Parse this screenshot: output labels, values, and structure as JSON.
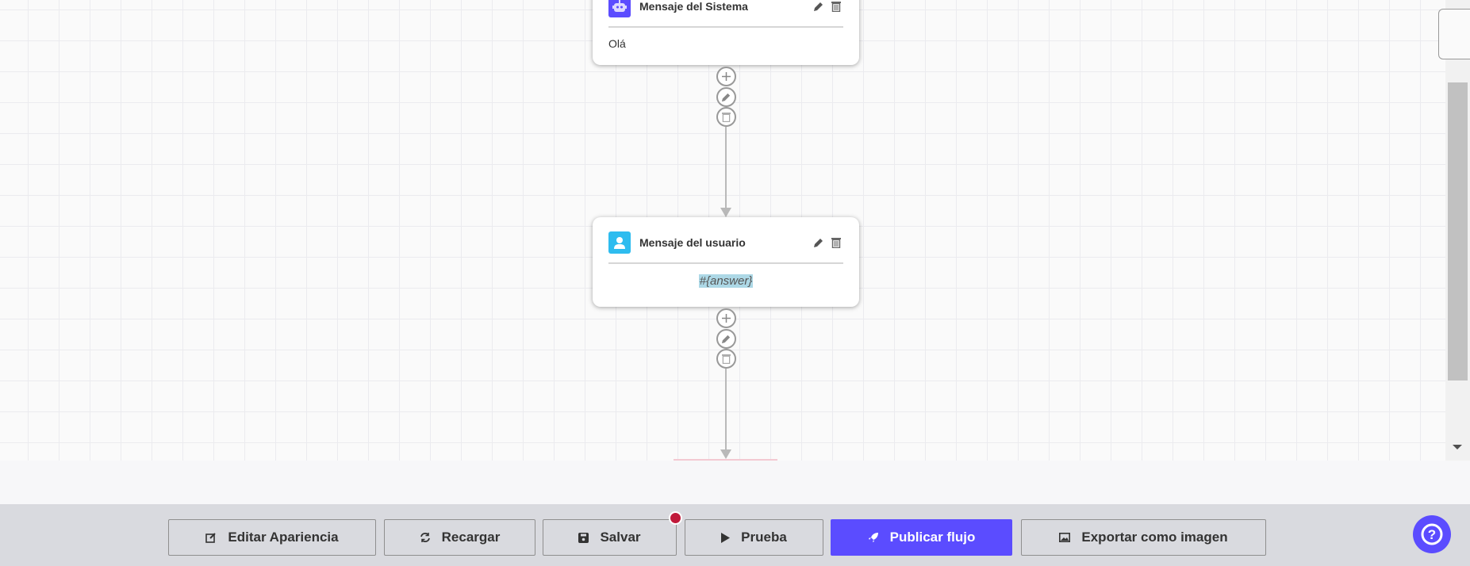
{
  "canvas": {
    "nodes": [
      {
        "type": "system",
        "title": "Mensaje del Sistema",
        "content": "Olá",
        "icon": "robot-icon",
        "icon_color": "#5b4cff"
      },
      {
        "type": "user",
        "title": "Mensaje del usuario",
        "content": "#{answer}",
        "icon": "user-icon",
        "icon_color": "#2ebcef"
      }
    ]
  },
  "footer": {
    "buttons": [
      {
        "label": "Editar Apariencia",
        "icon": "edit-icon"
      },
      {
        "label": "Recargar",
        "icon": "refresh-icon"
      },
      {
        "label": "Salvar",
        "icon": "save-icon",
        "unsaved_indicator": true
      },
      {
        "label": "Prueba",
        "icon": "play-icon"
      },
      {
        "label": "Publicar flujo",
        "icon": "rocket-icon"
      },
      {
        "label": "Exportar como imagen",
        "icon": "image-icon"
      }
    ]
  },
  "colors": {
    "accent": "#5b4cff",
    "unsaved_dot": "#c0193a",
    "highlight": "#add8e6"
  }
}
